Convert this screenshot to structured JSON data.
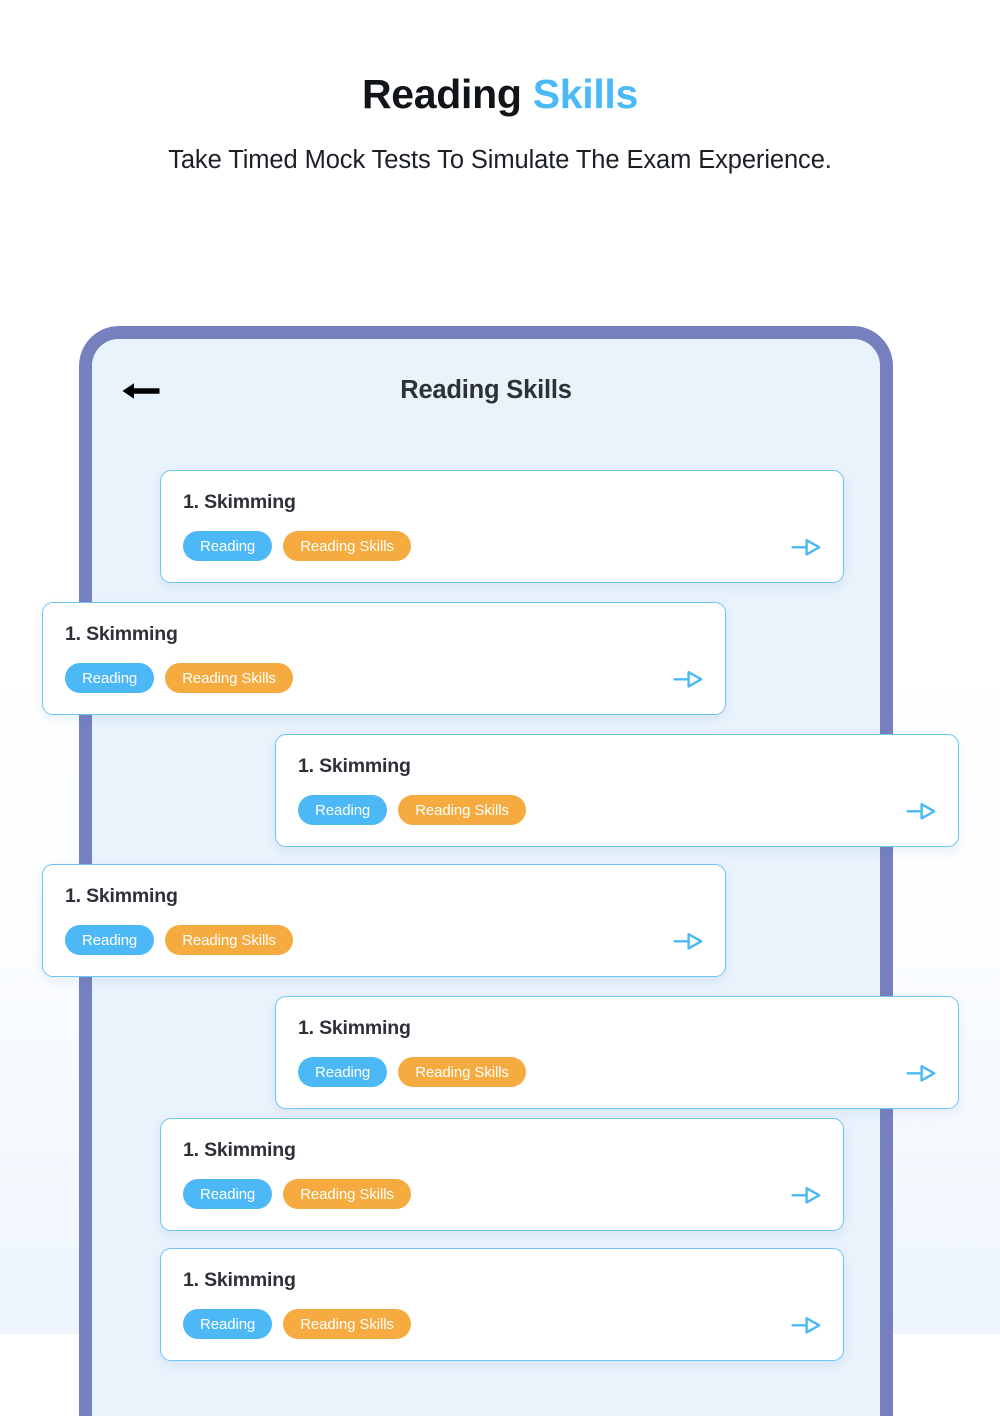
{
  "page": {
    "title_main": "Reading ",
    "title_accent": "Skills",
    "subtitle": "Take Timed Mock Tests To Simulate The Exam Experience.",
    "accent_color": "#4ab9f5",
    "background_color": "#ffffff"
  },
  "phone": {
    "frame_color": "#7680bf",
    "screen_color": "#e9f3fc",
    "app_bar": {
      "back_icon": "arrow-left-icon",
      "title": "Reading Skills"
    }
  },
  "cards": [
    {
      "title": "1. Skimming",
      "tags": [
        "Reading",
        "Reading Skills"
      ],
      "arrow_icon": "arrow-right-icon",
      "offset": "center"
    },
    {
      "title": "1. Skimming",
      "tags": [
        "Reading",
        "Reading Skills"
      ],
      "arrow_icon": "arrow-right-icon",
      "offset": "left"
    },
    {
      "title": "1. Skimming",
      "tags": [
        "Reading",
        "Reading Skills"
      ],
      "arrow_icon": "arrow-right-icon",
      "offset": "right"
    },
    {
      "title": "1. Skimming",
      "tags": [
        "Reading",
        "Reading Skills"
      ],
      "arrow_icon": "arrow-right-icon",
      "offset": "left"
    },
    {
      "title": "1. Skimming",
      "tags": [
        "Reading",
        "Reading Skills"
      ],
      "arrow_icon": "arrow-right-icon",
      "offset": "right"
    },
    {
      "title": "1. Skimming",
      "tags": [
        "Reading",
        "Reading Skills"
      ],
      "arrow_icon": "arrow-right-icon",
      "offset": "center"
    },
    {
      "title": "1. Skimming",
      "tags": [
        "Reading",
        "Reading Skills"
      ],
      "arrow_icon": "arrow-right-icon",
      "offset": "center"
    }
  ],
  "tag_colors": {
    "reading": "#4cb8f5",
    "reading_skills": "#f5ab3f"
  }
}
